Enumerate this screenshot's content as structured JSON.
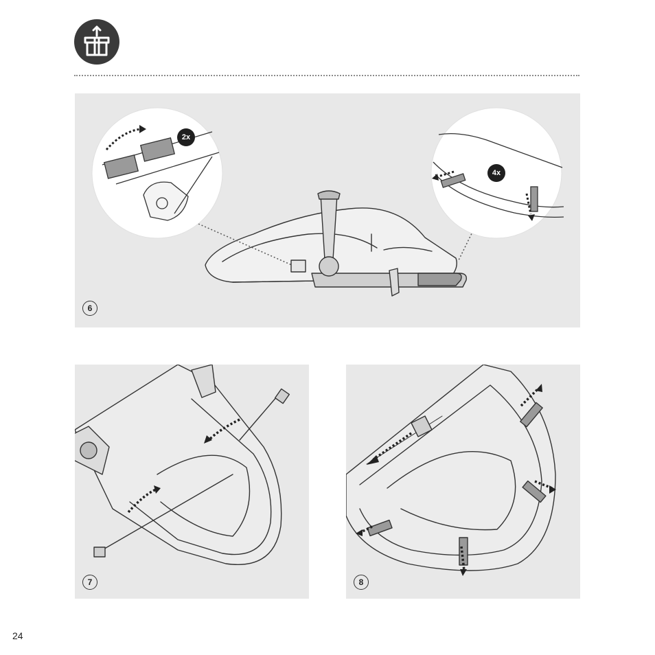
{
  "header": {
    "icon": "unpack-box-icon"
  },
  "steps": [
    {
      "number": "6",
      "multipliers": [
        "2x",
        "4x"
      ]
    },
    {
      "number": "7"
    },
    {
      "number": "8"
    }
  ],
  "page": {
    "number": "24"
  },
  "colors": {
    "panel_background": "#e8e8e8",
    "icon_background": "#3a3a3a",
    "ink": "#222222",
    "strap": "#8f8f8f"
  }
}
